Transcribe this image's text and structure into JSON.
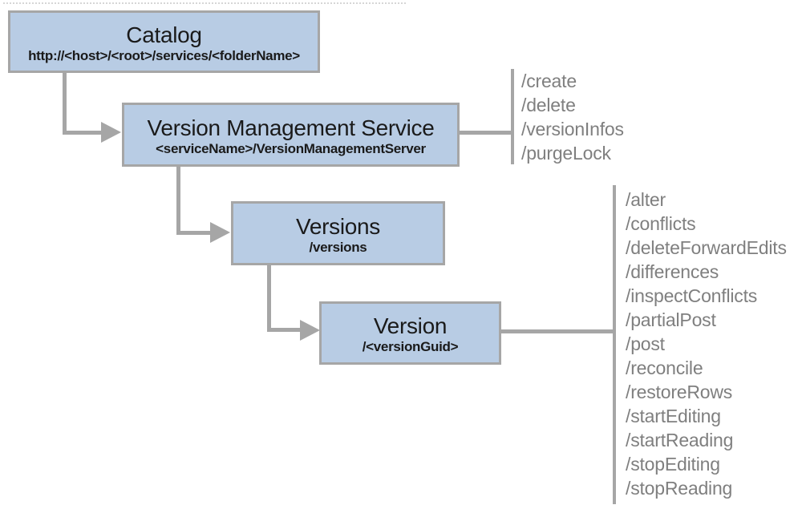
{
  "nodes": {
    "catalog": {
      "title": "Catalog",
      "subtitle": "http://<host>/<root>/services/<folderName>"
    },
    "version_management_service": {
      "title": "Version Management Service",
      "subtitle": "<serviceName>/VersionManagementServer"
    },
    "versions": {
      "title": "Versions",
      "subtitle": "/versions"
    },
    "version": {
      "title": "Version",
      "subtitle": "/<versionGuid>"
    }
  },
  "operations": {
    "version_management_service": [
      "/create",
      "/delete",
      "/versionInfos",
      "/purgeLock"
    ],
    "version": [
      "/alter",
      "/conflicts",
      "/deleteForwardEdits",
      "/differences",
      "/inspectConflicts",
      "/partialPost",
      "/post",
      "/reconcile",
      "/restoreRows",
      "/startEditing",
      "/startReading",
      "/stopEditing",
      "/stopReading"
    ]
  },
  "colors": {
    "node_fill": "#b8cce4",
    "node_border": "#a6a6a6",
    "connector": "#a6a6a6",
    "operation_text": "#7f7f7f",
    "node_text": "#1a1a1a"
  }
}
